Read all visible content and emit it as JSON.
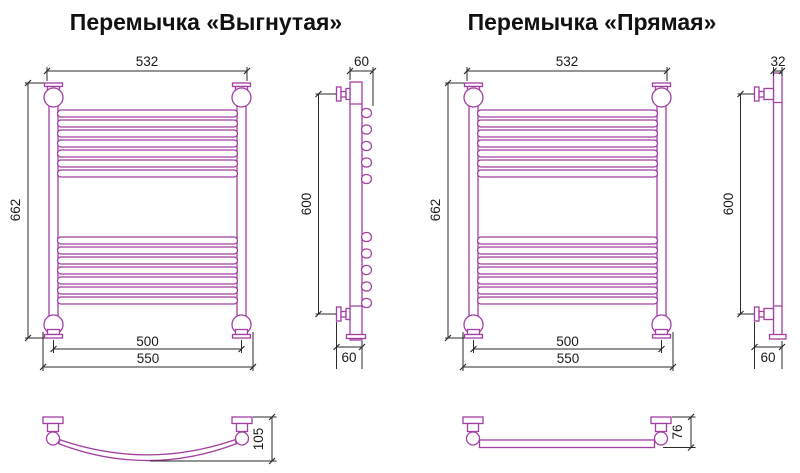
{
  "colors": {
    "drawing": "#a23fa2",
    "dimension": "#2a2a2a"
  },
  "left": {
    "title": "Перемычка «Выгнутая»",
    "front": {
      "top_width": "532",
      "height": "662",
      "center_width": "500",
      "overall_width": "550"
    },
    "side": {
      "top_depth": "60",
      "height": "600",
      "bottom_depth": "60"
    },
    "top_view": {
      "depth": "105"
    }
  },
  "right": {
    "title": "Перемычка «Прямая»",
    "front": {
      "top_width": "532",
      "height": "662",
      "center_width": "500",
      "overall_width": "550"
    },
    "side": {
      "top_depth": "32",
      "height": "600",
      "bottom_depth": "60"
    },
    "top_view": {
      "depth": "76"
    }
  }
}
